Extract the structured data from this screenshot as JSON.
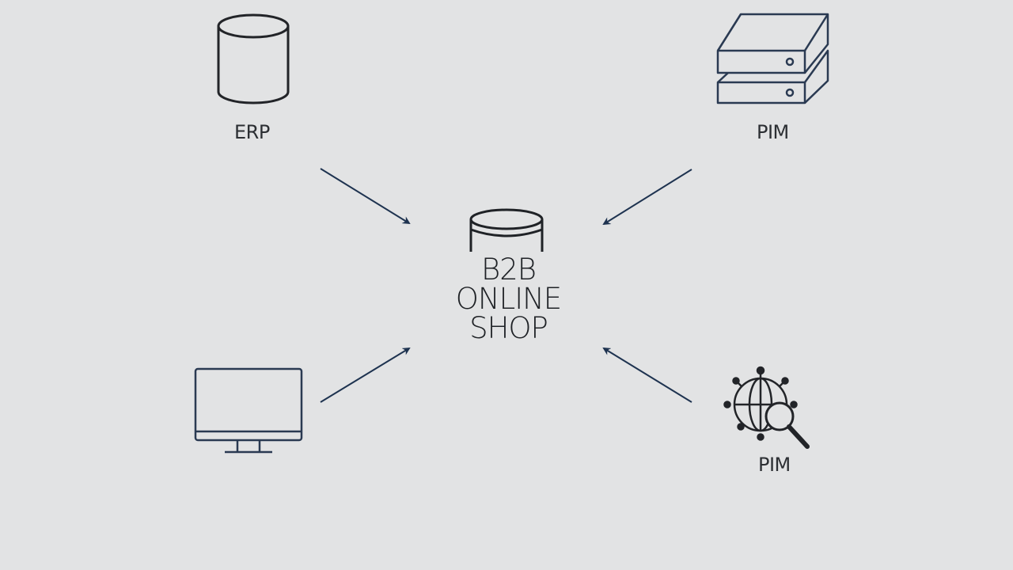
{
  "center": {
    "line1": "B2B",
    "line2": "ONLINE",
    "line3": "SHOP"
  },
  "nodes": {
    "erp": {
      "label": "ERP",
      "icon": "database-icon"
    },
    "pim_top": {
      "label": "PIM",
      "icon": "server-stack-icon"
    },
    "monitor": {
      "label": "",
      "icon": "monitor-icon"
    },
    "pim_bottom": {
      "label": "PIM",
      "icon": "globe-search-icon"
    }
  },
  "colors": {
    "background": "#e2e3e4",
    "arrow": "#1e3350",
    "icon_dark": "#222428",
    "icon_navy": "#2a3a52"
  }
}
